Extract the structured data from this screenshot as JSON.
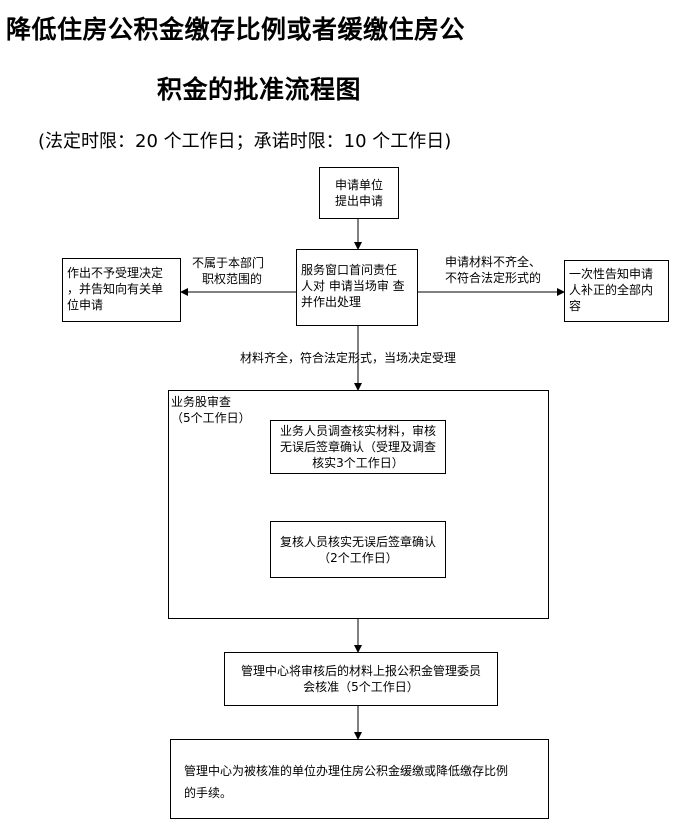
{
  "title": {
    "line1": "降低住房公积金缴存比例或者缓缴住房公",
    "line2": "积金的批准流程图"
  },
  "subtitle": "(法定时限：20 个工作日；承诺时限：10 个工作日)",
  "nodes": {
    "apply": [
      "申请单位",
      "提出申请"
    ],
    "window": [
      "服务窗口首问责任",
      "人对 申请当场审 查",
      "并作出处理"
    ],
    "reject": [
      "作出不予受理决定",
      "，并告知向有关单",
      "位申请"
    ],
    "notify": [
      "一次性告知申请",
      "人补正的全部内",
      "容"
    ],
    "dept_group": [
      "业务股审查",
      "（5个工作日）"
    ],
    "investigate": [
      "业务人员调查核实材料，审核",
      "无误后签章确认（受理及调查",
      "核实3个工作日）"
    ],
    "recheck": [
      "复核人员核实无误后签章确认",
      "（2个工作日）"
    ],
    "center_report": [
      "管理中心将审核后的材料上报公积金管理委员",
      "会核准（5个工作日）"
    ],
    "center_handle": [
      "管理中心为被核准的单位办理住房公积金缓缴或降低缴存比例",
      "的手续。"
    ]
  },
  "edge_labels": {
    "not_in_scope": [
      "不属于本部门",
      "职权范围的"
    ],
    "incomplete": [
      "申请材料不齐全、",
      "不符合法定形式的"
    ],
    "accepted": "材料齐全，符合法定形式，当场决定受理"
  }
}
